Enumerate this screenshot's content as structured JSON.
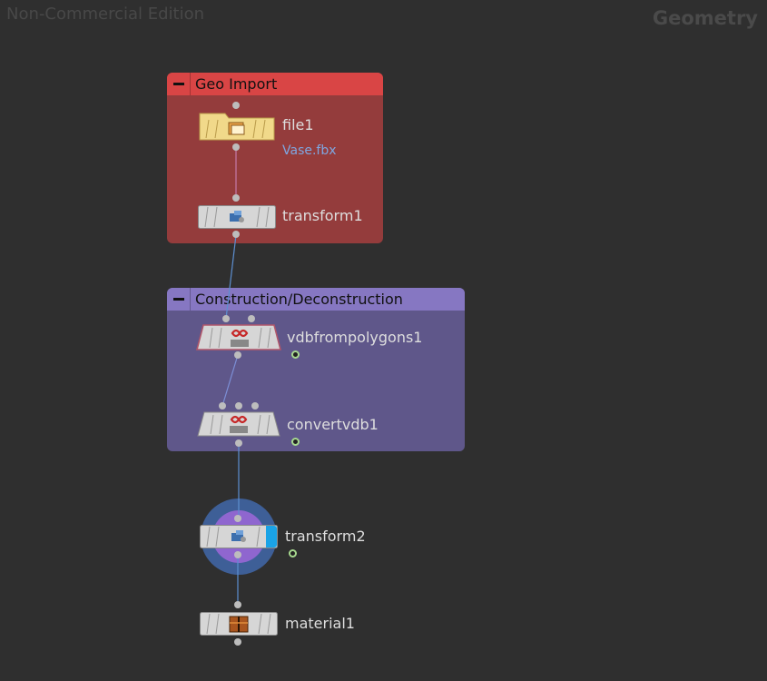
{
  "app": {
    "watermark": "Non-Commercial Edition",
    "context": "Geometry"
  },
  "colors": {
    "background": "#2f2f2f",
    "geo_import_box": "#943c3c",
    "geo_import_header": "#d94545",
    "construction_box": "#5f578a",
    "construction_header": "#8677c2",
    "wire": "#5d8fd0",
    "wire_selected": "#c77aa8",
    "display_ring": "#3e5f97",
    "display_inner": "#8f66cf",
    "display_flag": "#1aa3e6"
  },
  "netboxes": [
    {
      "id": "geo-import",
      "title": "Geo Import"
    },
    {
      "id": "construction",
      "title": "Construction/Deconstruction"
    }
  ],
  "nodes": {
    "file1": {
      "name": "file1",
      "parameter": "Vase.fbx",
      "icon": "folder-icon"
    },
    "transform1": {
      "name": "transform1",
      "icon": "transform-icon"
    },
    "vdbfrompolygons1": {
      "name": "vdbfrompolygons1",
      "icon": "vdb-icon"
    },
    "convertvdb1": {
      "name": "convertvdb1",
      "icon": "vdb-icon"
    },
    "transform2": {
      "name": "transform2",
      "icon": "transform-icon",
      "display_flag": true
    },
    "material1": {
      "name": "material1",
      "icon": "material-icon"
    }
  }
}
